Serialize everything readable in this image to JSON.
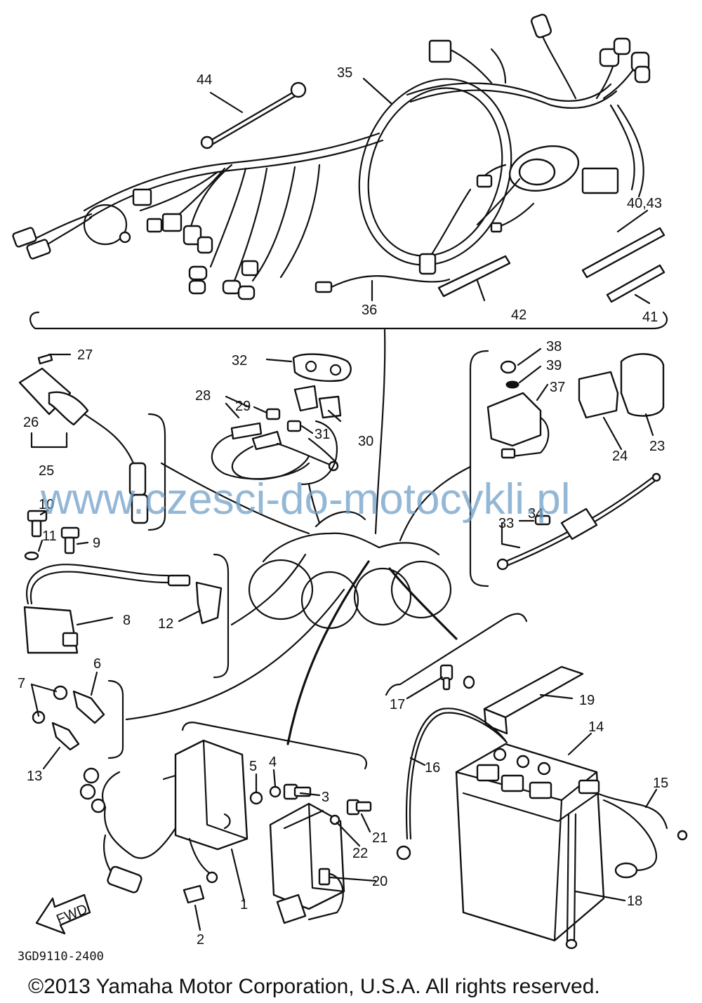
{
  "diagram": {
    "callouts": [
      "1",
      "2",
      "3",
      "4",
      "5",
      "6",
      "7",
      "8",
      "9",
      "10",
      "11",
      "12",
      "13",
      "14",
      "15",
      "16",
      "17",
      "18",
      "19",
      "20",
      "21",
      "22",
      "23",
      "24",
      "25",
      "26",
      "27",
      "28",
      "29",
      "30",
      "31",
      "32",
      "33",
      "34",
      "35",
      "36",
      "37",
      "38",
      "39",
      "40,43",
      "41",
      "42",
      "44"
    ],
    "fwd_label": "FWD",
    "part_code": "3GD9110-2400",
    "watermark": "www.czesci-do-motocykli.pl",
    "copyright": "©2013 Yamaha Motor Corporation, U.S.A. All rights reserved."
  }
}
